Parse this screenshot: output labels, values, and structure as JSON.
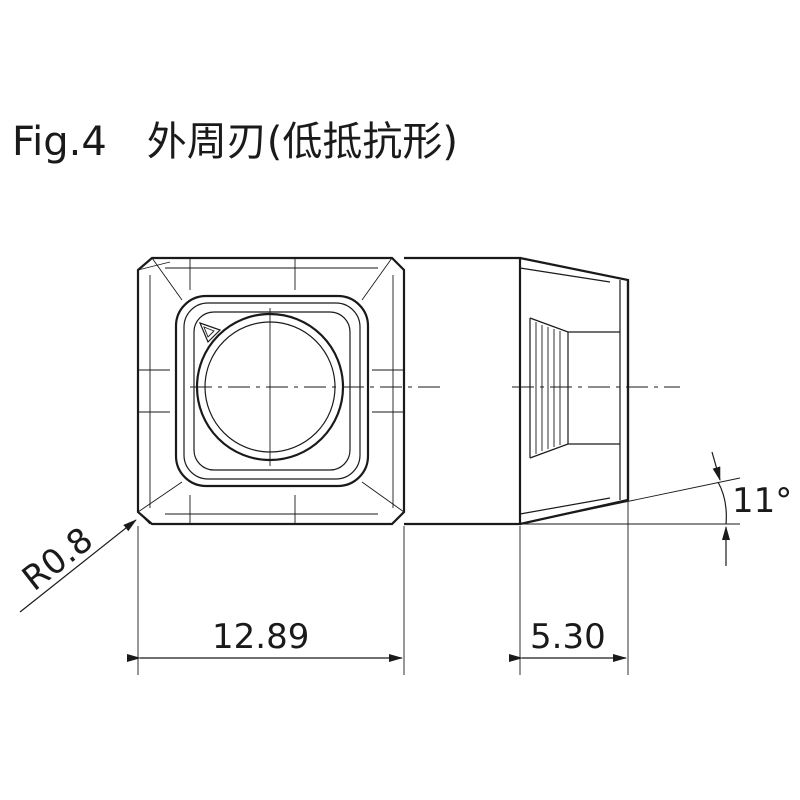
{
  "figure": {
    "title": "Fig.4　外周刃(低抵抗形)"
  },
  "dimensions": {
    "corner_radius": "R0.8",
    "width": "12.89",
    "thickness": "5.30",
    "clearance_angle": "11°"
  }
}
